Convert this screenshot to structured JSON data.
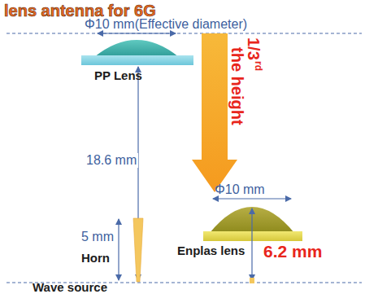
{
  "diagram": {
    "title": "lens antenna for 6G",
    "labels": [
      "Φ10 mm(Effective diameter)",
      "PP Lens",
      "18.6 mm",
      "5 mm",
      "Horn",
      "Wave source",
      "1/3",
      "rd",
      "the height",
      "Φ10 mm",
      "Enplas lens",
      "6.2 mm"
    ]
  }
}
